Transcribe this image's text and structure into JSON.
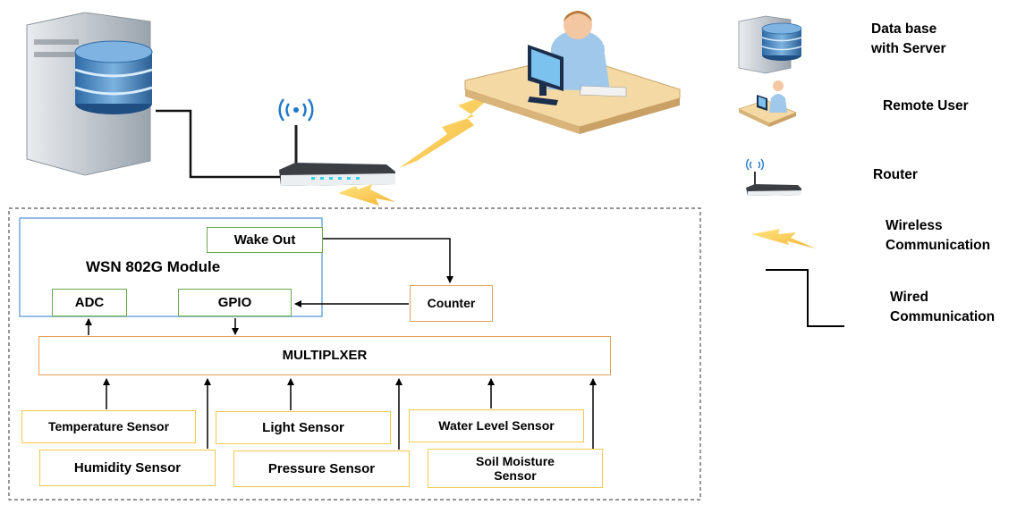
{
  "module": {
    "title": "WSN 802G Module",
    "wake_out": "Wake Out",
    "adc": "ADC",
    "gpio": "GPIO"
  },
  "counter": "Counter",
  "multiplexer": "MULTIPLXER",
  "sensors": {
    "temperature": "Temperature Sensor",
    "light": "Light Sensor",
    "water_level": "Water Level Sensor",
    "humidity": "Humidity Sensor",
    "pressure": "Pressure Sensor",
    "soil_moisture": "Soil Moisture Sensor"
  },
  "legend": {
    "database_line1": "Data base",
    "database_line2": "with Server",
    "remote_user": "Remote User",
    "router": "Router",
    "wireless_line1": "Wireless",
    "wireless_line2": "Communication",
    "wired_line1": "Wired",
    "wired_line2": "Communication"
  },
  "colors": {
    "module_border": "#5b9bd5",
    "green_border": "#6aa84f",
    "mux_border": "#e6a15a",
    "sensor_border": "#f2c94c",
    "lightning": "#f9c93b"
  },
  "icons": [
    "database-server-icon",
    "remote-user-icon",
    "router-icon",
    "lightning-icon"
  ]
}
